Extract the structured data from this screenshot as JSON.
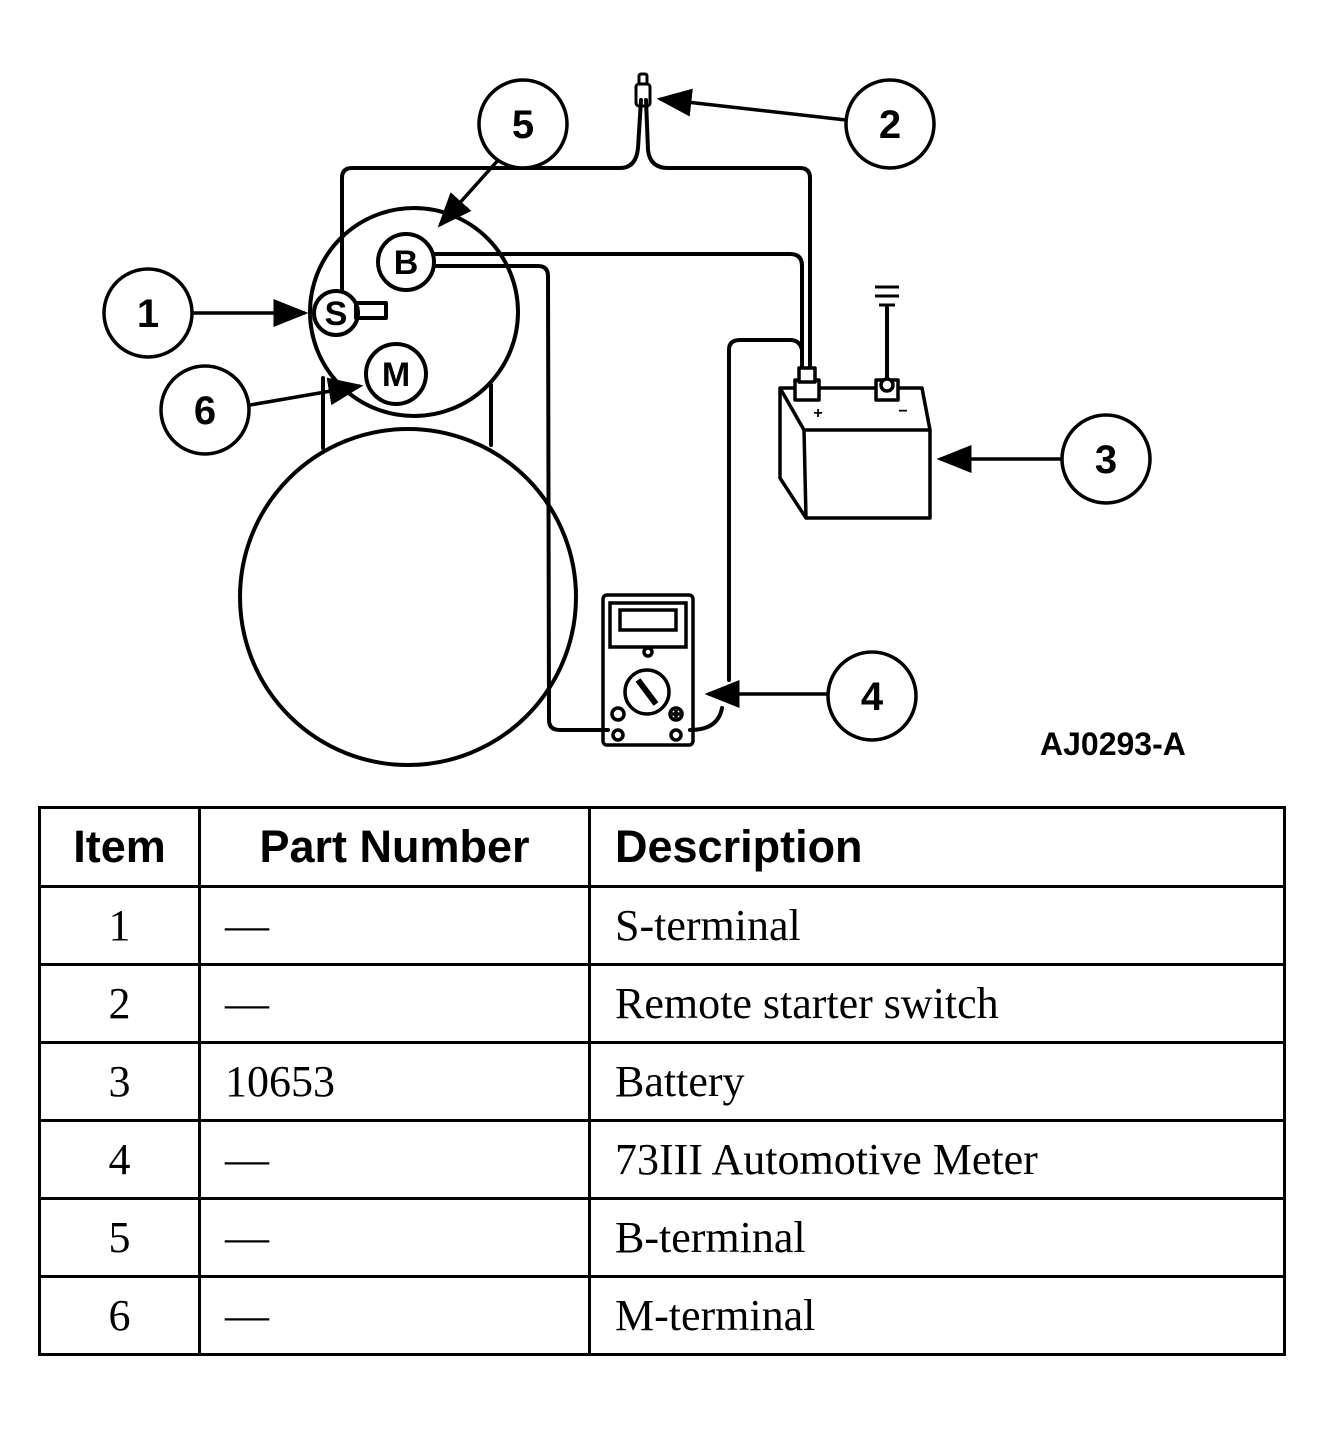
{
  "figure_id": "AJ0293-A",
  "callouts": [
    "1",
    "2",
    "3",
    "4",
    "5",
    "6"
  ],
  "terminal_labels": {
    "s": "S",
    "b": "B",
    "m": "M"
  },
  "battery_labels": {
    "positive": "+",
    "negative": "−"
  },
  "table": {
    "headers": {
      "item": "Item",
      "part_number": "Part Number",
      "description": "Description"
    },
    "rows": [
      {
        "item": "1",
        "part_number": "—",
        "description": "S-terminal"
      },
      {
        "item": "2",
        "part_number": "—",
        "description": "Remote starter switch"
      },
      {
        "item": "3",
        "part_number": "10653",
        "description": "Battery"
      },
      {
        "item": "4",
        "part_number": "—",
        "description": "73III Automotive Meter"
      },
      {
        "item": "5",
        "part_number": "—",
        "description": "B-terminal"
      },
      {
        "item": "6",
        "part_number": "—",
        "description": "M-terminal"
      }
    ]
  }
}
